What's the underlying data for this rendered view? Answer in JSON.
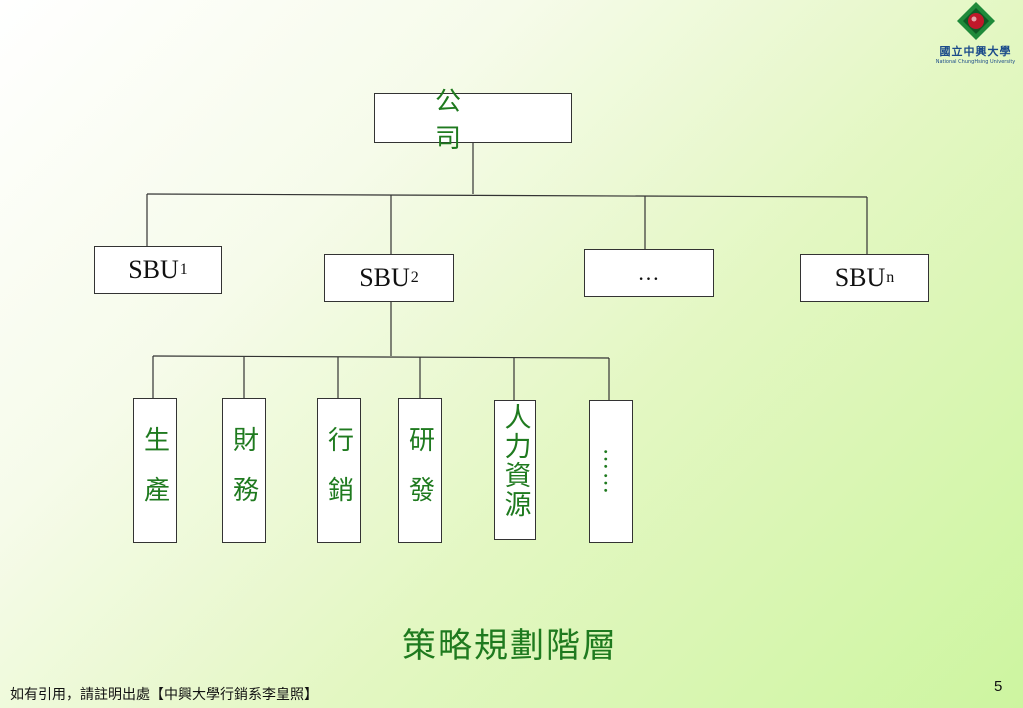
{
  "logo": {
    "name": "國立中興大學",
    "sub": "National ChungHsing University"
  },
  "company": "公司",
  "sbus": [
    {
      "main": "SBU",
      "sub": "1"
    },
    {
      "main": "SBU",
      "sub": "2"
    },
    {
      "main": "…",
      "sub": ""
    },
    {
      "main": "SBU",
      "sub": "n"
    }
  ],
  "departments": [
    "生產",
    "財務",
    "行銷",
    "研發",
    "人力資源",
    "……"
  ],
  "title": "策略規劃階層",
  "footer": "如有引用，請註明出處【中興大學行銷系李皇照】",
  "page_number": "5"
}
